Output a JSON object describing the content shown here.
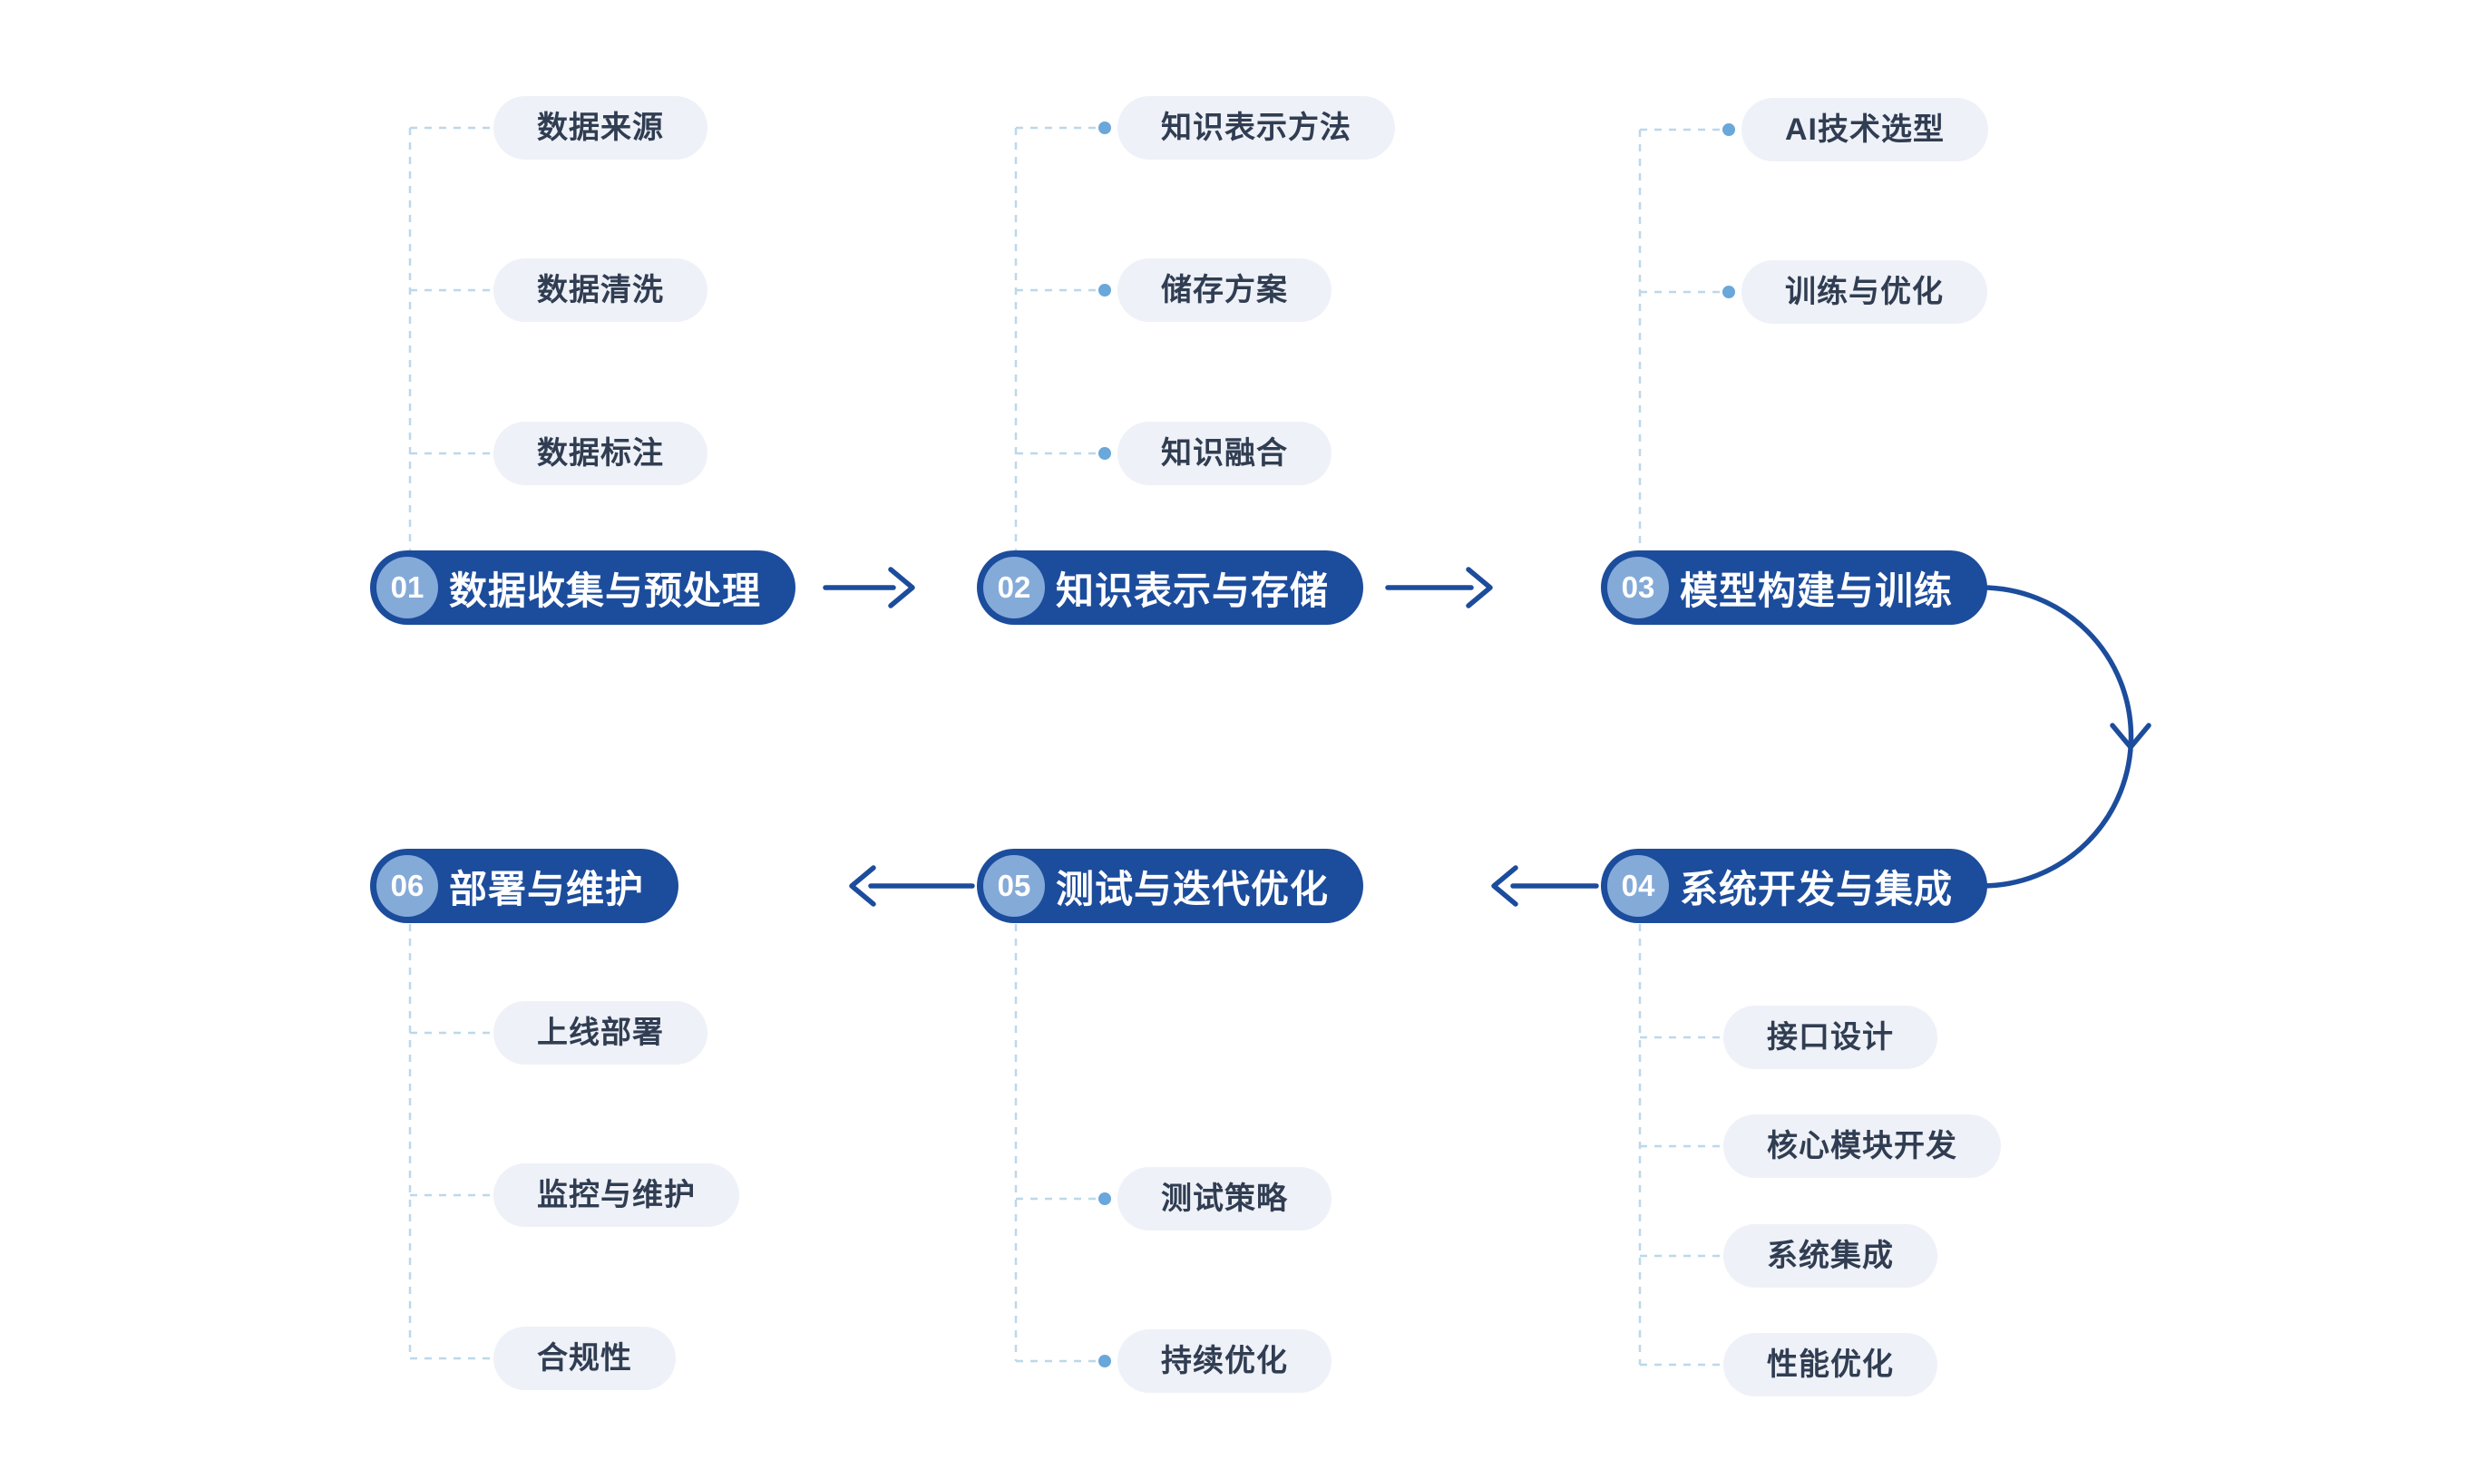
{
  "colors": {
    "stage_bg": "#1c4c9c",
    "stage_text": "#ffffff",
    "number_badge_bg": "#84aad8",
    "sub_bg": "#eef1f7",
    "sub_text": "#303d52",
    "dashed_connector": "#bcd8ea",
    "dot": "#6aa7da",
    "arrow": "#1c4c9c"
  },
  "stages": [
    {
      "number": "01",
      "title": "数据收集与预处理",
      "items": [
        "数据来源",
        "数据清洗",
        "数据标注"
      ]
    },
    {
      "number": "02",
      "title": "知识表示与存储",
      "items": [
        "知识表示方法",
        "储存方案",
        "知识融合"
      ]
    },
    {
      "number": "03",
      "title": "模型构建与训练",
      "items": [
        "AI技术选型",
        "训练与优化"
      ]
    },
    {
      "number": "04",
      "title": "系统开发与集成",
      "items": [
        "接口设计",
        "核心模块开发",
        "系统集成",
        "性能优化"
      ]
    },
    {
      "number": "05",
      "title": "测试与迭代优化",
      "items": [
        "测试策略",
        "持续优化"
      ]
    },
    {
      "number": "06",
      "title": "部署与维护",
      "items": [
        "上线部署",
        "监控与维护",
        "合规性"
      ]
    }
  ]
}
